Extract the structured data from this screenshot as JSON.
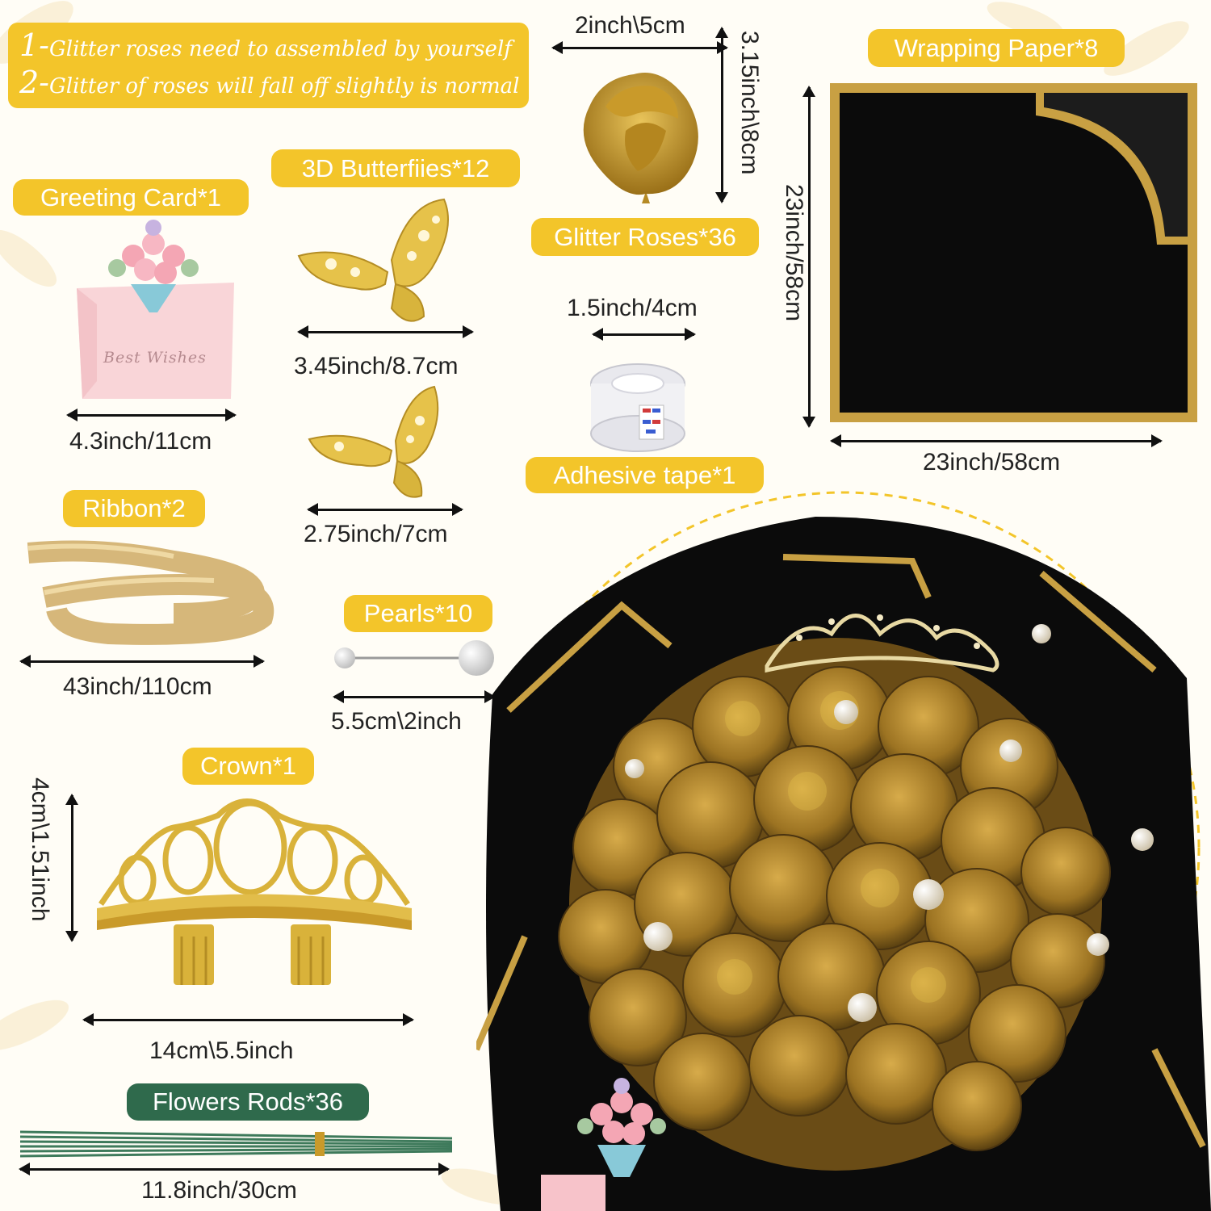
{
  "notes": {
    "line1_num": "1-",
    "line1_text": "Glitter roses need to assembled by yourself",
    "line2_num": "2-",
    "line2_text": "Glitter of roses will fall off slightly is normal"
  },
  "labels": {
    "greeting_card": "Greeting Card*1",
    "butterflies": "3D Butterfiies*12",
    "glitter_roses": "Glitter Roses*36",
    "wrapping_paper": "Wrapping Paper*8",
    "adhesive_tape": "Adhesive tape*1",
    "ribbon": "Ribbon*2",
    "pearls": "Pearls*10",
    "crown": "Crown*1",
    "flower_rods": "Flowers Rods*36"
  },
  "dimensions": {
    "rose_width": "2inch\\5cm",
    "rose_height": "3.15inch\\8cm",
    "wrap_height": "23inch/58cm",
    "wrap_width": "23inch/58cm",
    "card_width": "4.3inch/11cm",
    "butterfly_large": "3.45inch/8.7cm",
    "butterfly_small": "2.75inch/7cm",
    "tape_width": "1.5inch/4cm",
    "ribbon_length": "43inch/110cm",
    "pearl_length": "5.5cm\\2inch",
    "crown_height": "4cm\\1.51inch",
    "crown_width": "14cm\\5.5inch",
    "rod_length": "11.8inch/30cm"
  },
  "card_text": "Best Wishes",
  "colors": {
    "accent_gold": "#f3c52a",
    "rods_green": "#2f6a4c",
    "paper_black": "#0b0b0b",
    "foil_gold": "#c99a2a"
  }
}
